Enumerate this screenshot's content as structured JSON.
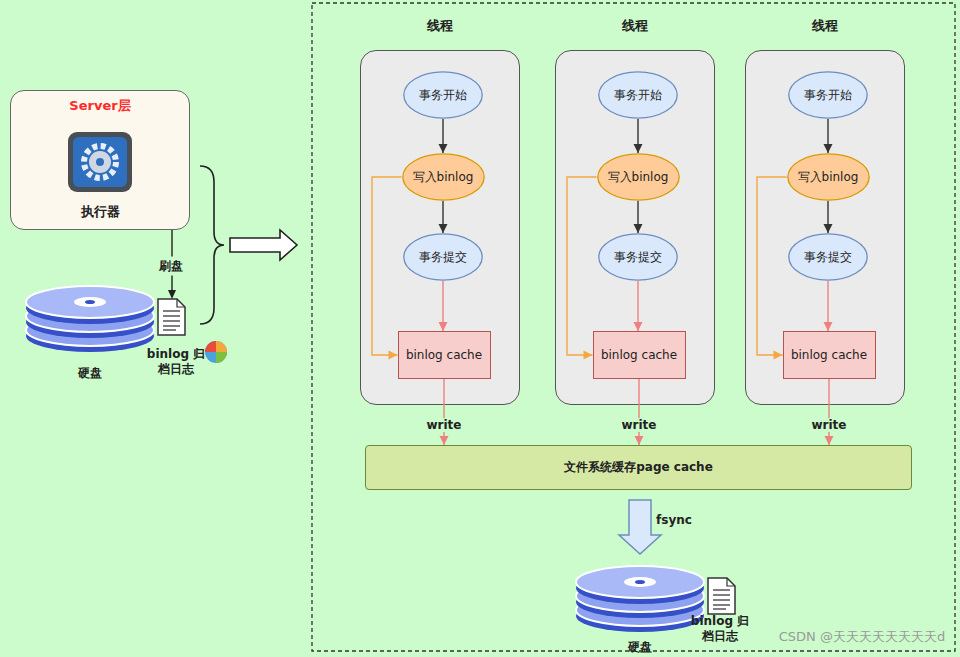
{
  "diagram": {
    "nodes": [
      {
        "text": [
          "Server层",
          "执行器"
        ]
      },
      {
        "text": [
          "线程"
        ]
      },
      {
        "text": [
          "事务开始"
        ],
        "in": 1
      },
      {
        "text": [
          "写入binlog"
        ],
        "in": 1
      },
      {
        "text": [
          "事务提交"
        ],
        "in": 1
      },
      {
        "text": [
          "binlog cache"
        ],
        "in": 1
      },
      {
        "text": [
          "线程"
        ]
      },
      {
        "text": [
          "事务开始"
        ],
        "in": 6
      },
      {
        "text": [
          "写入binlog"
        ],
        "in": 6
      },
      {
        "text": [
          "事务提交"
        ],
        "in": 6
      },
      {
        "text": [
          "binlog cache"
        ],
        "in": 6
      },
      {
        "text": [
          "线程"
        ]
      },
      {
        "text": [
          "事务开始"
        ],
        "in": 11
      },
      {
        "text": [
          "写入binlog"
        ],
        "in": 11
      },
      {
        "text": [
          "事务提交"
        ],
        "in": 11
      },
      {
        "text": [
          "binlog cache"
        ],
        "in": 11
      },
      {
        "text": [
          "文件系统缓存page cache"
        ]
      }
    ],
    "edges": [
      {
        "from": 2,
        "to": 3,
        "arrow": "to"
      },
      {
        "from": 3,
        "to": 4,
        "arrow": "to"
      },
      {
        "from": 4,
        "to": 5,
        "arrow": "to"
      },
      {
        "from": 3,
        "to": 5,
        "arrow": "to"
      },
      {
        "from": 5,
        "to": 16,
        "label": "write",
        "arrow": "to"
      },
      {
        "from": 7,
        "to": 8,
        "arrow": "to"
      },
      {
        "from": 8,
        "to": 9,
        "arrow": "to"
      },
      {
        "from": 9,
        "to": 10,
        "arrow": "to"
      },
      {
        "from": 8,
        "to": 10,
        "arrow": "to"
      },
      {
        "from": 10,
        "to": 16,
        "label": "write",
        "arrow": "to"
      },
      {
        "from": 12,
        "to": 13,
        "arrow": "to"
      },
      {
        "from": 13,
        "to": 14,
        "arrow": "to"
      },
      {
        "from": 14,
        "to": 15,
        "arrow": "to"
      },
      {
        "from": 13,
        "to": 15,
        "arrow": "to"
      },
      {
        "from": 15,
        "to": 16,
        "label": "write",
        "arrow": "to"
      }
    ],
    "labels": [
      "刷盘",
      "binlog 归档日志",
      "硬盘",
      "fsync",
      "binlog 归档日志",
      "硬盘",
      "CSDN @天天天天天天天天d"
    ]
  }
}
